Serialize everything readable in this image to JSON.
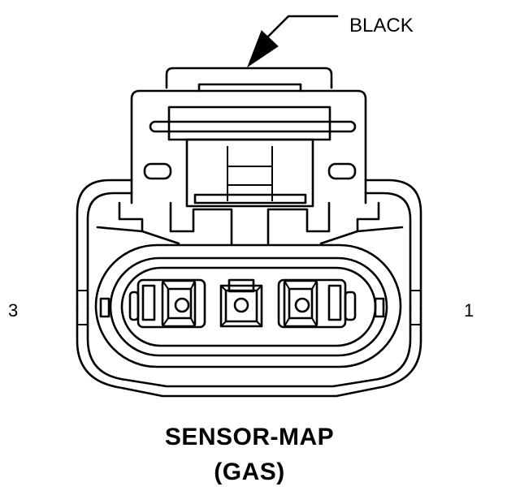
{
  "diagram": {
    "color_label": "BLACK",
    "pin_left": "3",
    "pin_right": "1",
    "title_line1": "SENSOR-MAP",
    "title_line2": "(GAS)",
    "cavity_count": 3,
    "line_color": "#000000",
    "background": "#ffffff"
  }
}
